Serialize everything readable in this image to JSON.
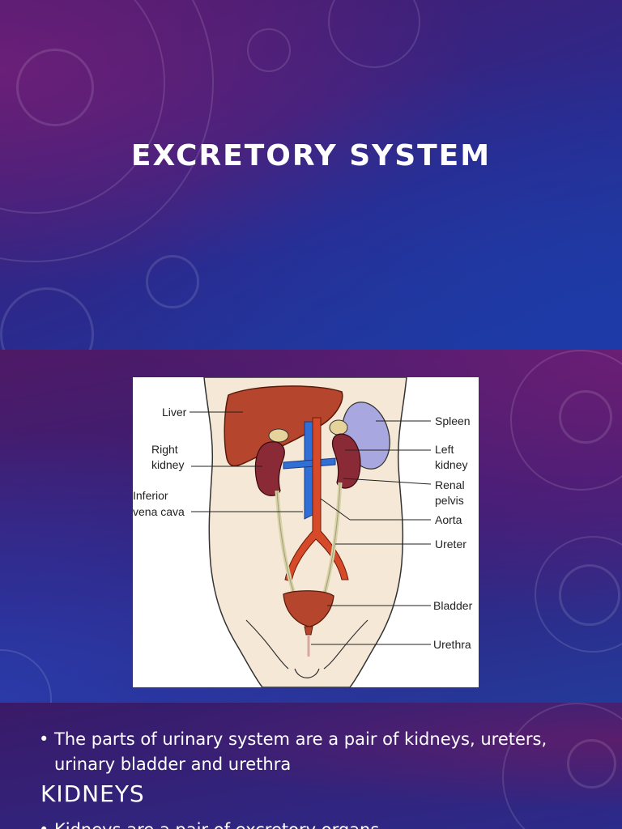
{
  "slide1": {
    "title": "EXCRETORY SYSTEM"
  },
  "slide2": {
    "figure_labels": {
      "liver": "Liver",
      "right_kidney_1": "Right",
      "right_kidney_2": "kidney",
      "inferior_vena_cava_1": "Inferior",
      "inferior_vena_cava_2": "vena cava",
      "spleen": "Spleen",
      "left_kidney_1": "Left",
      "left_kidney_2": "kidney",
      "renal_pelvis_1": "Renal",
      "renal_pelvis_2": "pelvis",
      "aorta": "Aorta",
      "ureter": "Ureter",
      "bladder": "Bladder",
      "urethra": "Urethra"
    }
  },
  "slide3": {
    "bullet1": "The parts of urinary system are a pair of kidneys, ureters, urinary bladder and urethra",
    "heading": "KIDNEYS",
    "bullet2": "Kidneys are a pair of excretory organs"
  }
}
